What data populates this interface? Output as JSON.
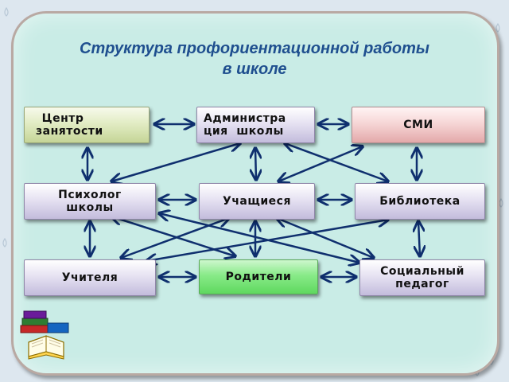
{
  "title": {
    "line1": "Структура профориентационной работы",
    "line2": "в школе"
  },
  "nodes": {
    "tsentr": {
      "line1": "Центр",
      "line2": "занятости"
    },
    "admin": {
      "line1": "Администра",
      "line2": "ция  школы"
    },
    "smi": {
      "line1": "СМИ"
    },
    "psiholog": {
      "line1": "Психолог",
      "line2": "школы"
    },
    "uchashchiesya": {
      "line1": "Учащиеся"
    },
    "biblioteka": {
      "line1": "Библиотека"
    },
    "uchitelya": {
      "line1": "Учителя"
    },
    "roditeli": {
      "line1": "Родители"
    },
    "socped": {
      "line1": "Социальный",
      "line2": "педагог"
    }
  },
  "colors": {
    "arrow": "#0f2f6e",
    "title": "#1f4f8f",
    "card": "#c9ece6",
    "tsentr_box": "#dbe7b6",
    "smi_box": "#efc4c5",
    "roditeli_box": "#7fe57f",
    "default_box": "#dcd8ee"
  },
  "decoration": {
    "corner_icon": "books-icon"
  }
}
